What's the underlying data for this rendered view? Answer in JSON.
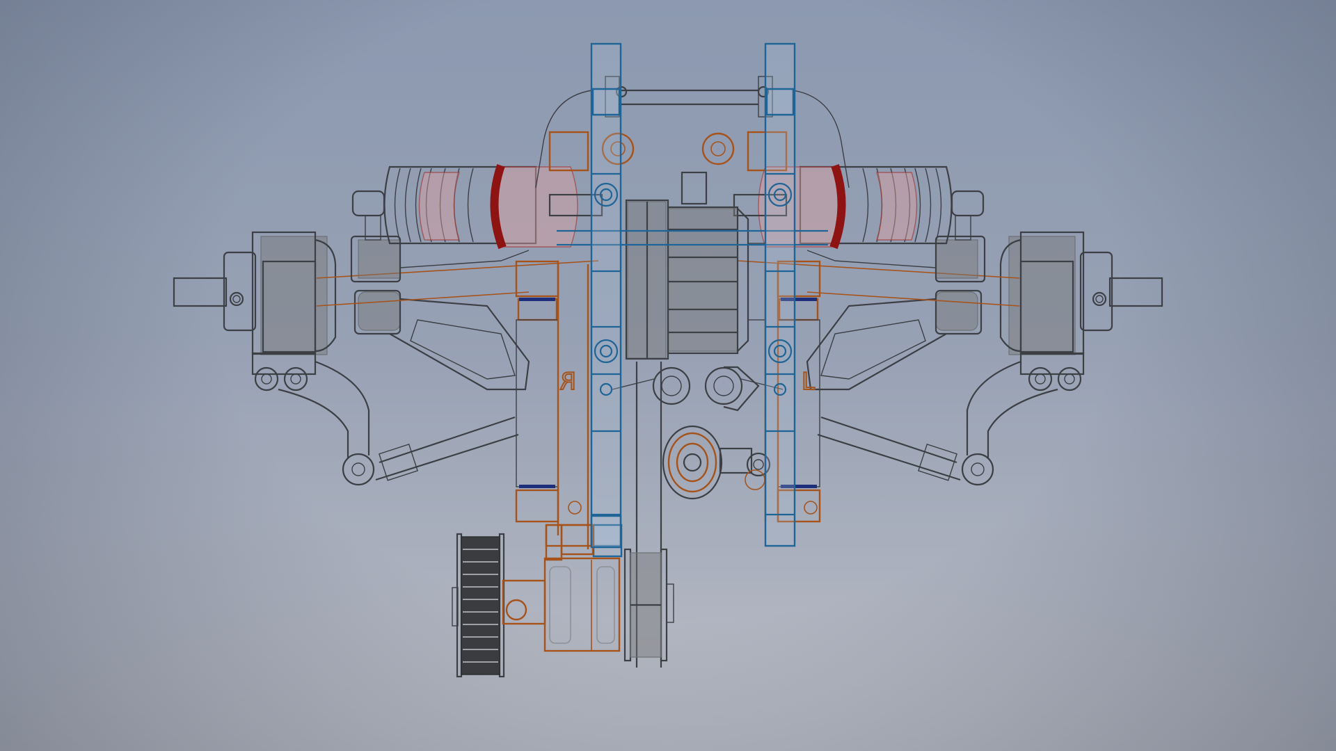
{
  "viewport": {
    "type": "cad-3d-viewport",
    "view": "front",
    "display_style": "wireframe-with-hidden-edges",
    "background_gradient": {
      "top": "#8c99b0",
      "bottom": "#bcbfc7",
      "vignette": "#4f5668"
    }
  },
  "colors": {
    "edge": "#3c3f44",
    "hidden_edge": "#8d9096",
    "blue_parts": "#1f6496",
    "orange_parts": "#a5531b",
    "shock_collar_red": "#8e1414",
    "navy_shims": "#1d2f7a",
    "gear_dark": "#3a3c40"
  },
  "model": {
    "name": "front suspension assembly",
    "parts": [
      {
        "id": "hub-carrier-left",
        "color": "edge"
      },
      {
        "id": "hub-carrier-right",
        "color": "edge"
      },
      {
        "id": "shock-left",
        "color": "shock_collar_red"
      },
      {
        "id": "shock-right",
        "color": "shock_collar_red"
      },
      {
        "id": "shock-tower-post-left",
        "color": "blue_parts"
      },
      {
        "id": "shock-tower-post-right",
        "color": "blue_parts"
      },
      {
        "id": "bulkhead-left",
        "color": "orange_parts"
      },
      {
        "id": "bulkhead-right",
        "color": "orange_parts"
      },
      {
        "id": "differential",
        "color": "edge"
      },
      {
        "id": "steering-bellcrank",
        "color": "orange_parts"
      },
      {
        "id": "drive-pulley",
        "color": "gear_dark"
      },
      {
        "id": "belt-pulley-center",
        "color": "edge"
      },
      {
        "id": "lower-arm-left",
        "color": "edge"
      },
      {
        "id": "lower-arm-right",
        "color": "edge"
      },
      {
        "id": "tie-rod-left",
        "color": "edge"
      },
      {
        "id": "tie-rod-right",
        "color": "edge"
      }
    ],
    "labels": {
      "right_side_mark": "R",
      "left_side_mark": "L"
    }
  }
}
